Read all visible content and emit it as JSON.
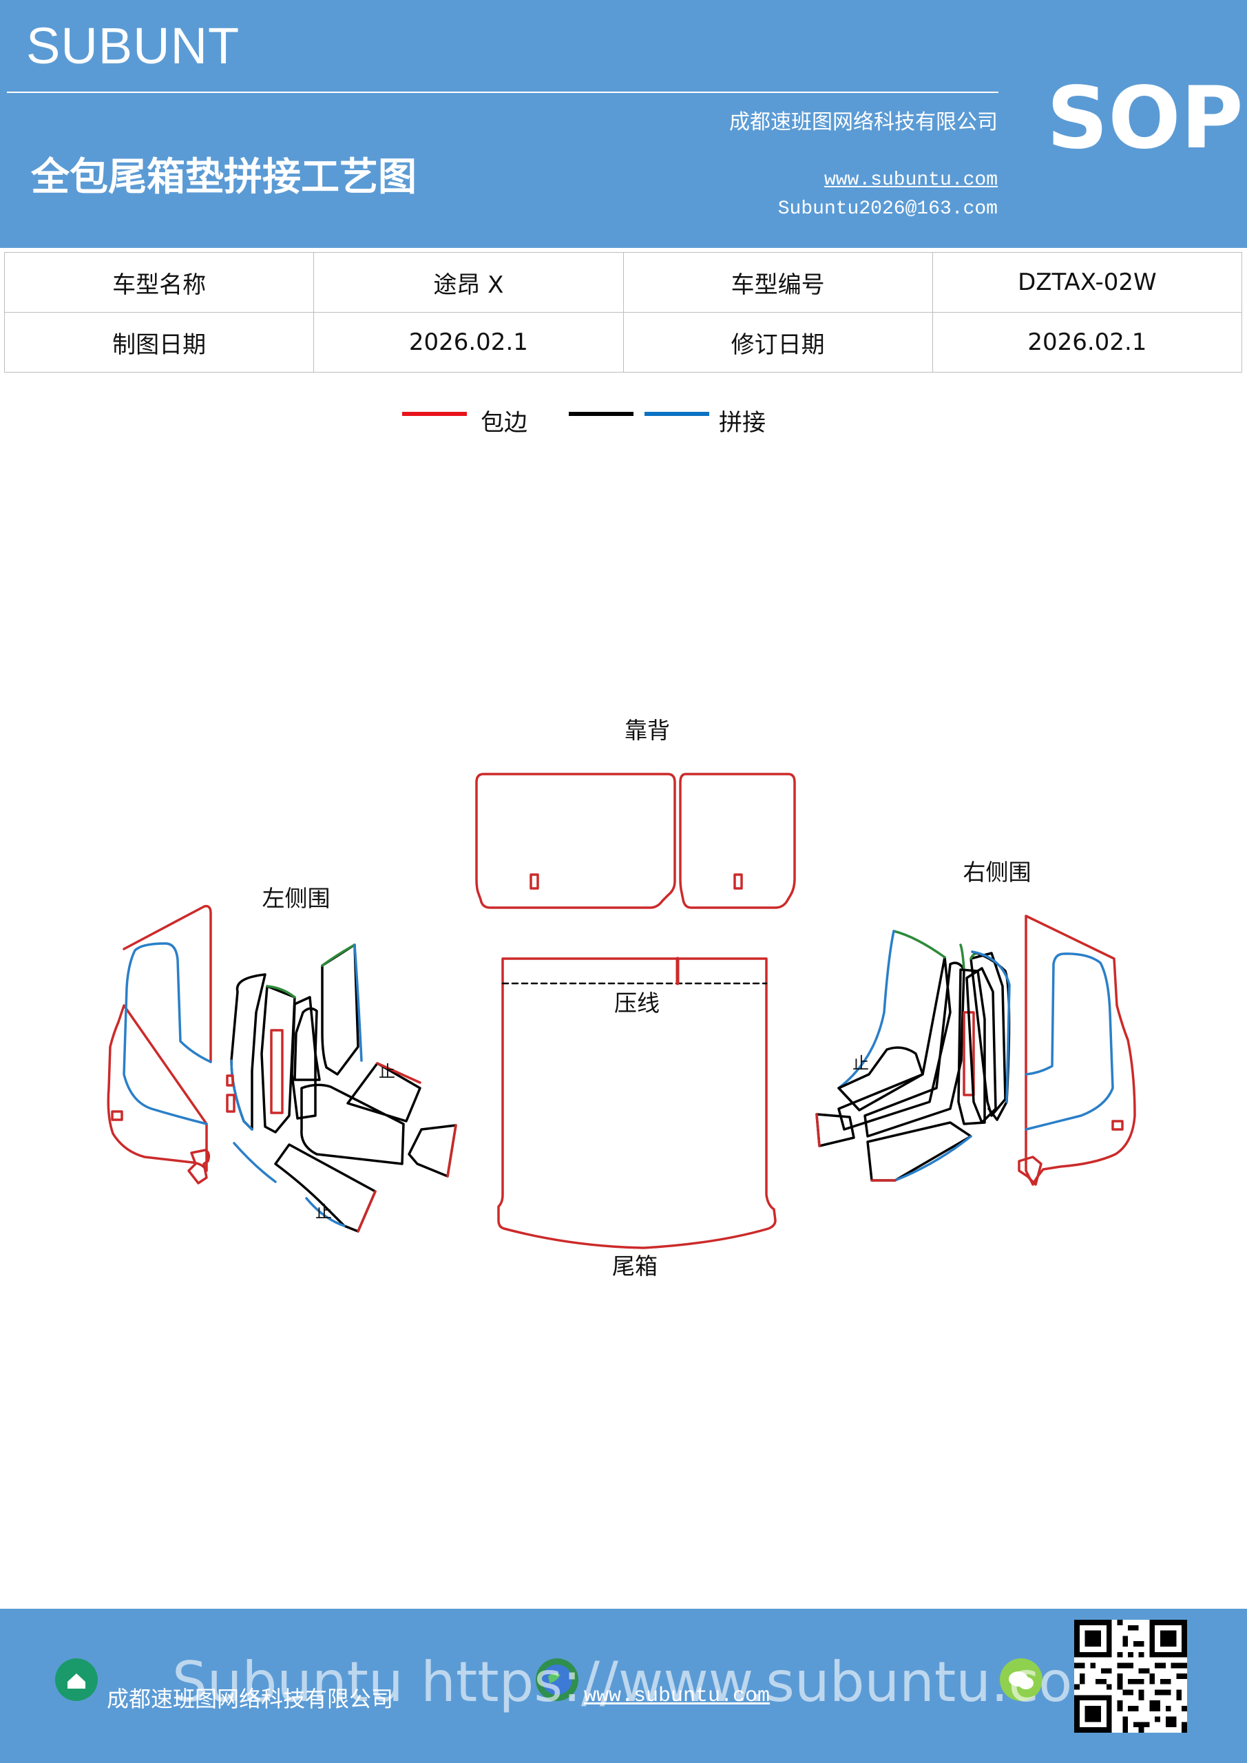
{
  "header": {
    "brand": "SUBUNT",
    "title": "全包尾箱垫拼接工艺图",
    "company": "成都速班图网络科技有限公司",
    "website": "www.subuntu.com",
    "email": "Subuntu2026@163.com",
    "badge": "SOP"
  },
  "info_table": {
    "rows": [
      [
        "车型名称",
        "途昂 X",
        "车型编号",
        "DZTAX-02W"
      ],
      [
        "制图日期",
        "2026.02.1",
        "修订日期",
        "2026.02.1"
      ]
    ]
  },
  "legend": {
    "items": [
      {
        "label": "包边",
        "color": "#e8141c"
      },
      {
        "label": "",
        "color": "#000000"
      },
      {
        "label": "拼接",
        "color": "#0b72c4"
      }
    ]
  },
  "diagram": {
    "labels": {
      "backrest": "靠背",
      "left_side": "左侧围",
      "right_side": "右侧围",
      "press_line": "压线",
      "trunk": "尾箱",
      "stop_mark": "止"
    },
    "colors": {
      "edge": "#cc2a2a",
      "splice": "#2a7fc8",
      "outline": "#000000",
      "green": "#2e8b3a"
    }
  },
  "footer": {
    "company": "成都速班图网络科技有限公司",
    "website": "www.subuntu.com",
    "watermark": "Subuntu  https://www.subuntu.com"
  }
}
